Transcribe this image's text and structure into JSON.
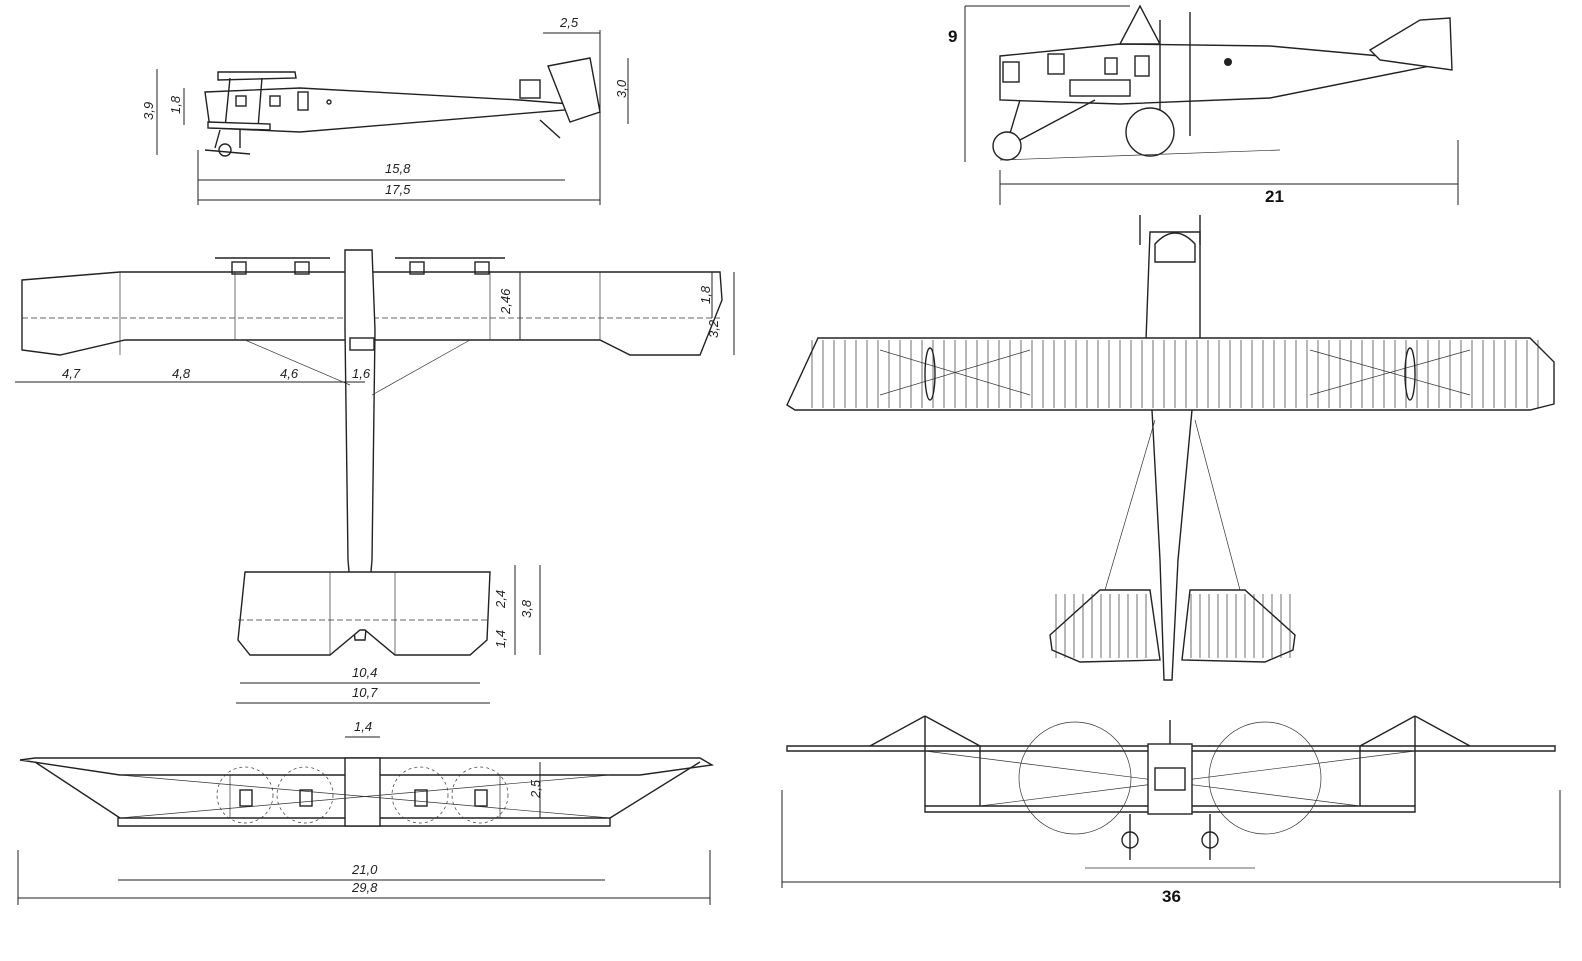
{
  "left_drawing": {
    "side_view": {
      "dim_tail_width": "2,5",
      "dim_height_total": "3,9",
      "dim_height_nose": "1,8",
      "dim_tail_height": "3,0",
      "dim_length_inner": "15,8",
      "dim_length_total": "17,5"
    },
    "top_view": {
      "dim_chord_root": "2,46",
      "dim_chord_tip": "1,8",
      "dim_chord_total": "3,2",
      "dim_span_1": "4,7",
      "dim_span_2": "4,8",
      "dim_span_3": "4,6",
      "dim_center": "1,6",
      "dim_tail_chord_a": "2,4",
      "dim_tail_chord_b": "3,8",
      "dim_tail_chord_c": "1,4",
      "dim_tail_span_inner": "10,4",
      "dim_tail_span_total": "10,7"
    },
    "front_view": {
      "dim_fuselage_width": "1,4",
      "dim_gap": "2,5",
      "dim_lower_span": "21,0",
      "dim_upper_span": "29,8"
    }
  },
  "right_drawing": {
    "side_height": "9",
    "side_length": "21",
    "front_span": "36"
  }
}
